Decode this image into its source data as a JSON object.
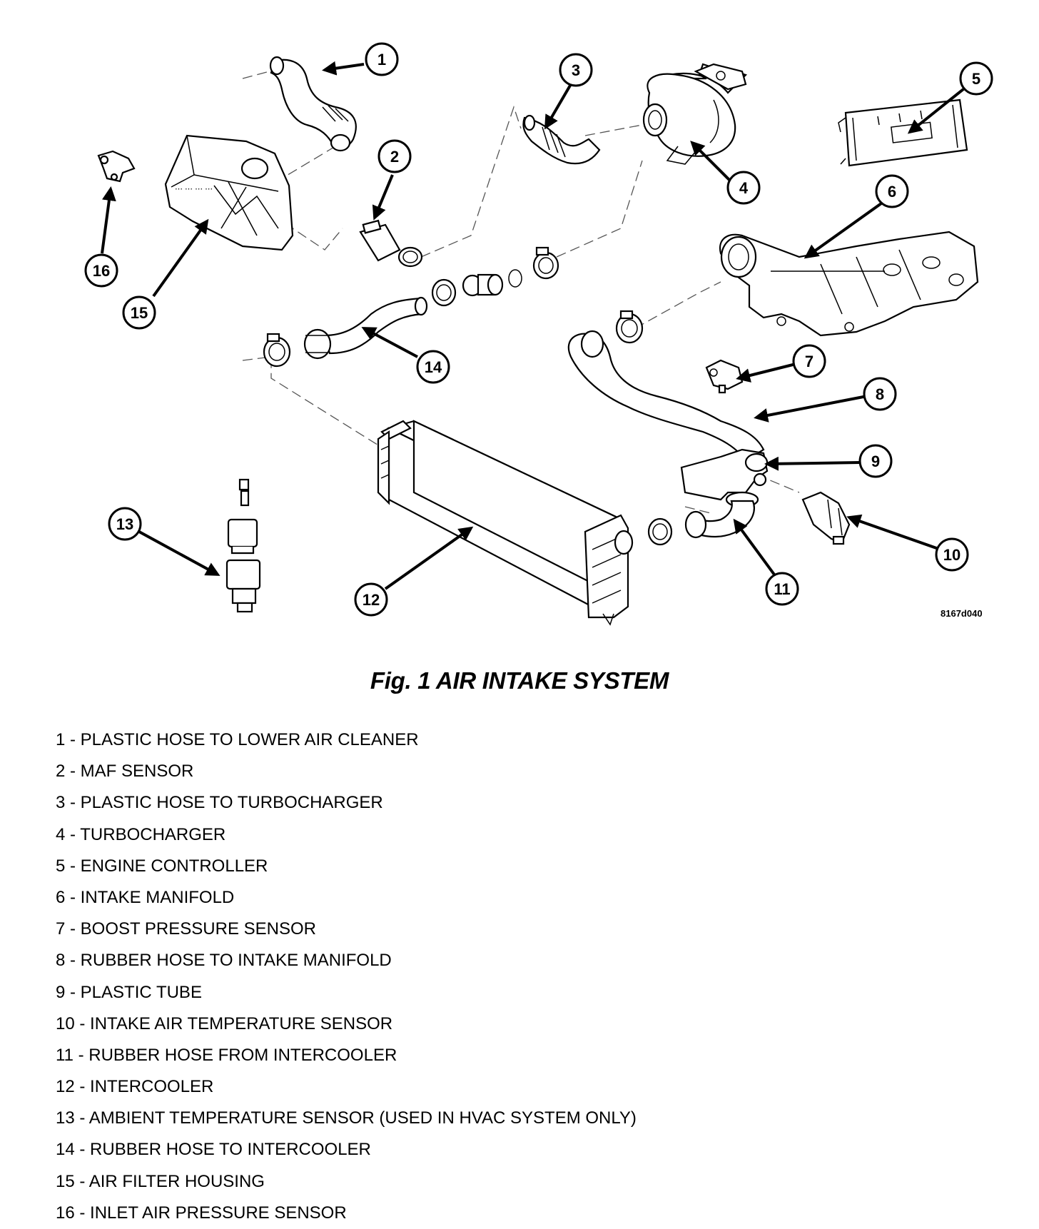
{
  "figure": {
    "title": "Fig. 1 AIR INTAKE SYSTEM",
    "image_code": "8167d040"
  },
  "callouts": [
    "1",
    "2",
    "3",
    "4",
    "5",
    "6",
    "7",
    "8",
    "9",
    "10",
    "11",
    "12",
    "13",
    "14",
    "15",
    "16"
  ],
  "legend": [
    "1 - PLASTIC HOSE TO LOWER AIR CLEANER",
    "2 - MAF SENSOR",
    "3 - PLASTIC HOSE TO TURBOCHARGER",
    "4 - TURBOCHARGER",
    "5 - ENGINE CONTROLLER",
    "6 - INTAKE MANIFOLD",
    "7 - BOOST PRESSURE SENSOR",
    "8 - RUBBER HOSE TO INTAKE MANIFOLD",
    "9 - PLASTIC TUBE",
    "10 - INTAKE AIR TEMPERATURE SENSOR",
    "11 - RUBBER HOSE FROM INTERCOOLER",
    "12 - INTERCOOLER",
    "13 - AMBIENT TEMPERATURE SENSOR (USED IN HVAC SYSTEM ONLY)",
    "14 - RUBBER HOSE TO INTERCOOLER",
    "15 - AIR FILTER HOUSING",
    "16 - INLET AIR PRESSURE SENSOR"
  ]
}
